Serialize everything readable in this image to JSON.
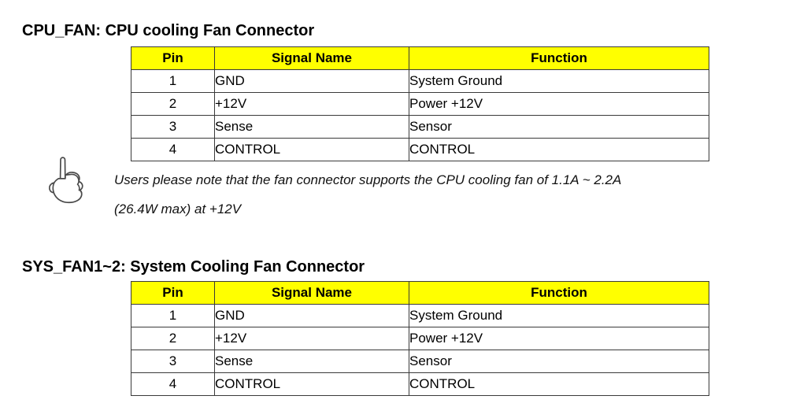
{
  "colors": {
    "header_fill": "#FFFF00",
    "border": "#3A3A3A",
    "text": "#000000",
    "background": "#FFFFFF"
  },
  "sections": [
    {
      "heading": "CPU_FAN: CPU cooling Fan Connector",
      "table": {
        "columns": [
          "Pin",
          "Signal Name",
          "Function"
        ],
        "rows": [
          {
            "pin": "1",
            "signal": "GND",
            "function": "System Ground"
          },
          {
            "pin": "2",
            "signal": "+12V",
            "function": "Power +12V"
          },
          {
            "pin": "3",
            "signal": "Sense",
            "function": "Sensor"
          },
          {
            "pin": "4",
            "signal": "CONTROL",
            "function": "CONTROL"
          }
        ]
      },
      "note": {
        "icon": "pointing-hand-icon",
        "line1": "Users please note that the fan connector supports the CPU cooling fan of 1.1A ~ 2.2A",
        "line2": "(26.4W max) at +12V"
      }
    },
    {
      "heading": "SYS_FAN1~2: System Cooling Fan Connector",
      "table": {
        "columns": [
          "Pin",
          "Signal Name",
          "Function"
        ],
        "rows": [
          {
            "pin": "1",
            "signal": "GND",
            "function": "System Ground"
          },
          {
            "pin": "2",
            "signal": "+12V",
            "function": "Power +12V"
          },
          {
            "pin": "3",
            "signal": "Sense",
            "function": "Sensor"
          },
          {
            "pin": "4",
            "signal": "CONTROL",
            "function": "CONTROL"
          }
        ]
      }
    }
  ]
}
